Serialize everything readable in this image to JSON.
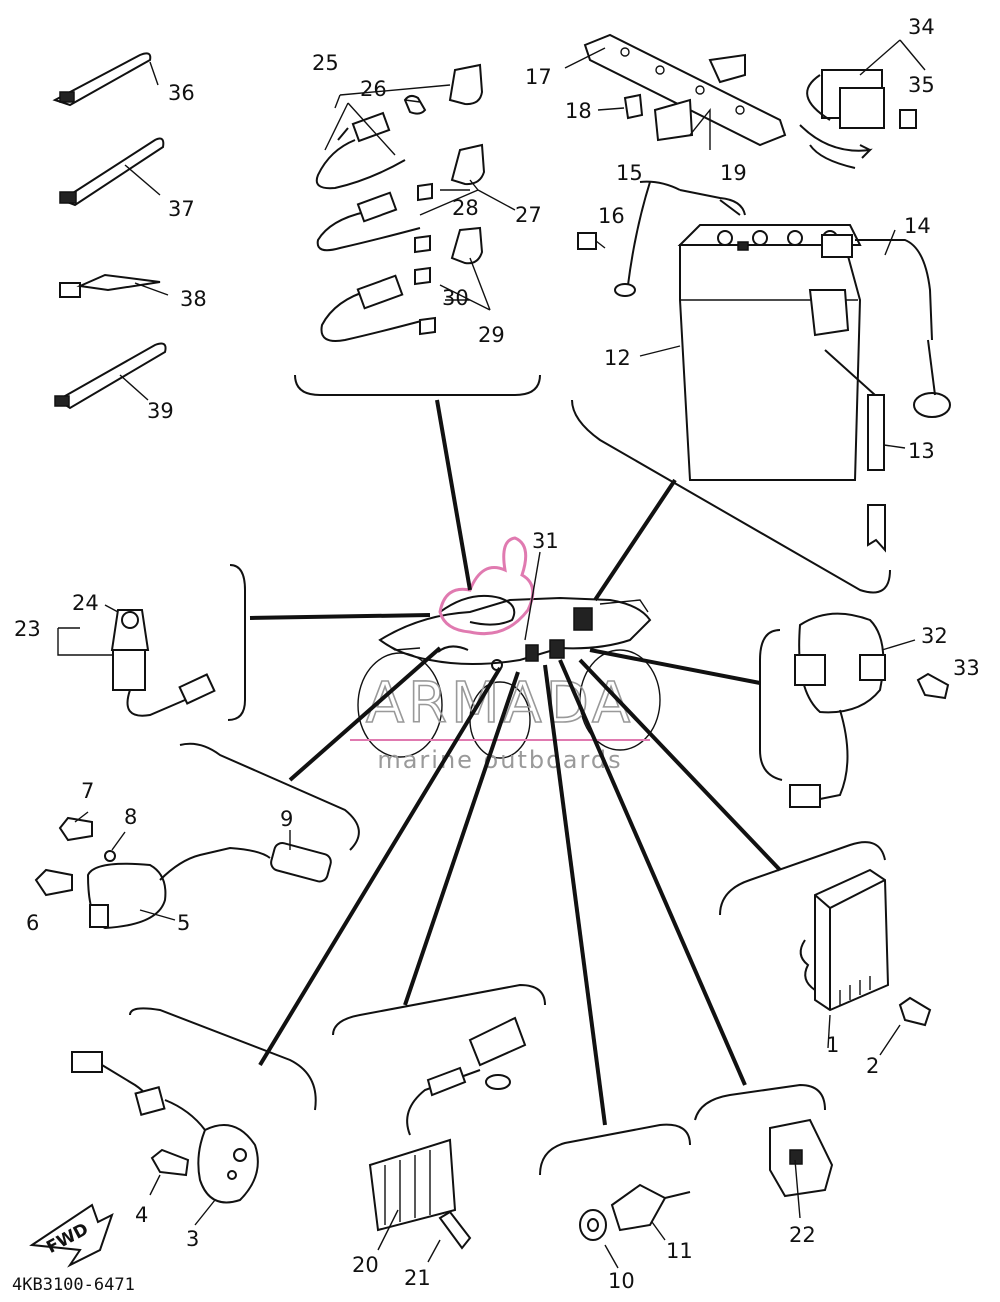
{
  "diagram_code": "4KB3100-6471",
  "fwd_label": "FWD",
  "watermark": {
    "brand": "ARMADA",
    "tagline": "marine outboards",
    "accent_color": "#e07ab0"
  },
  "callouts": {
    "p1": "1",
    "p2": "2",
    "p3": "3",
    "p4": "4",
    "p5": "5",
    "p6": "6",
    "p7": "7",
    "p8": "8",
    "p9": "9",
    "p10": "10",
    "p11": "11",
    "p12": "12",
    "p13": "13",
    "p14": "14",
    "p15": "15",
    "p16": "16",
    "p17": "17",
    "p18": "18",
    "p19": "19",
    "p20": "20",
    "p21": "21",
    "p22": "22",
    "p23": "23",
    "p24": "24",
    "p25": "25",
    "p26": "26",
    "p27": "27",
    "p28": "28",
    "p29": "29",
    "p30": "30",
    "p31": "31",
    "p32": "32",
    "p33": "33",
    "p34": "34",
    "p35": "35",
    "p36": "36",
    "p37": "37",
    "p38": "38",
    "p39": "39"
  }
}
